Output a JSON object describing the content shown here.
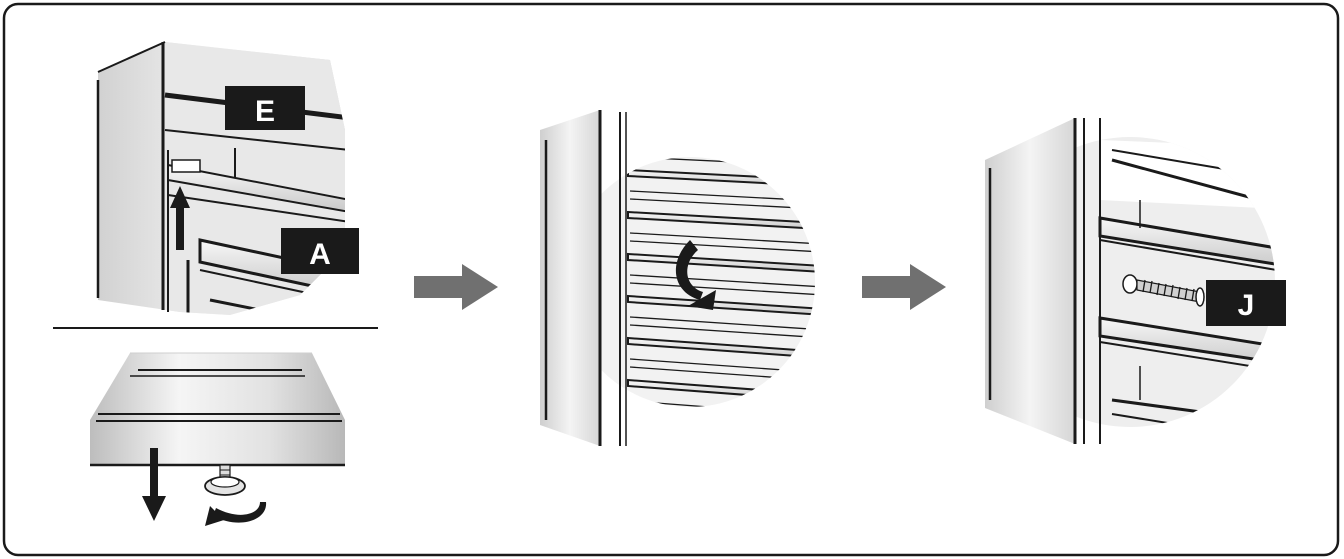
{
  "labels": {
    "e": "E",
    "a": "A",
    "j": "J"
  },
  "icons": {
    "up_arrow": "arrow-up-icon",
    "down_arrow": "arrow-down-icon",
    "step_arrow": "arrow-right-icon",
    "rotate_arrow": "rotate-arrow-icon",
    "curved_arrow": "curved-arrow-icon"
  },
  "colors": {
    "frame_stroke": "#1a1a1a",
    "label_bg": "#1a1a1a",
    "label_text": "#ffffff",
    "step_arrow": "#707070",
    "metal_light": "#f2f2f2",
    "metal_mid": "#c8c8c8",
    "metal_dark": "#9a9a9a"
  }
}
